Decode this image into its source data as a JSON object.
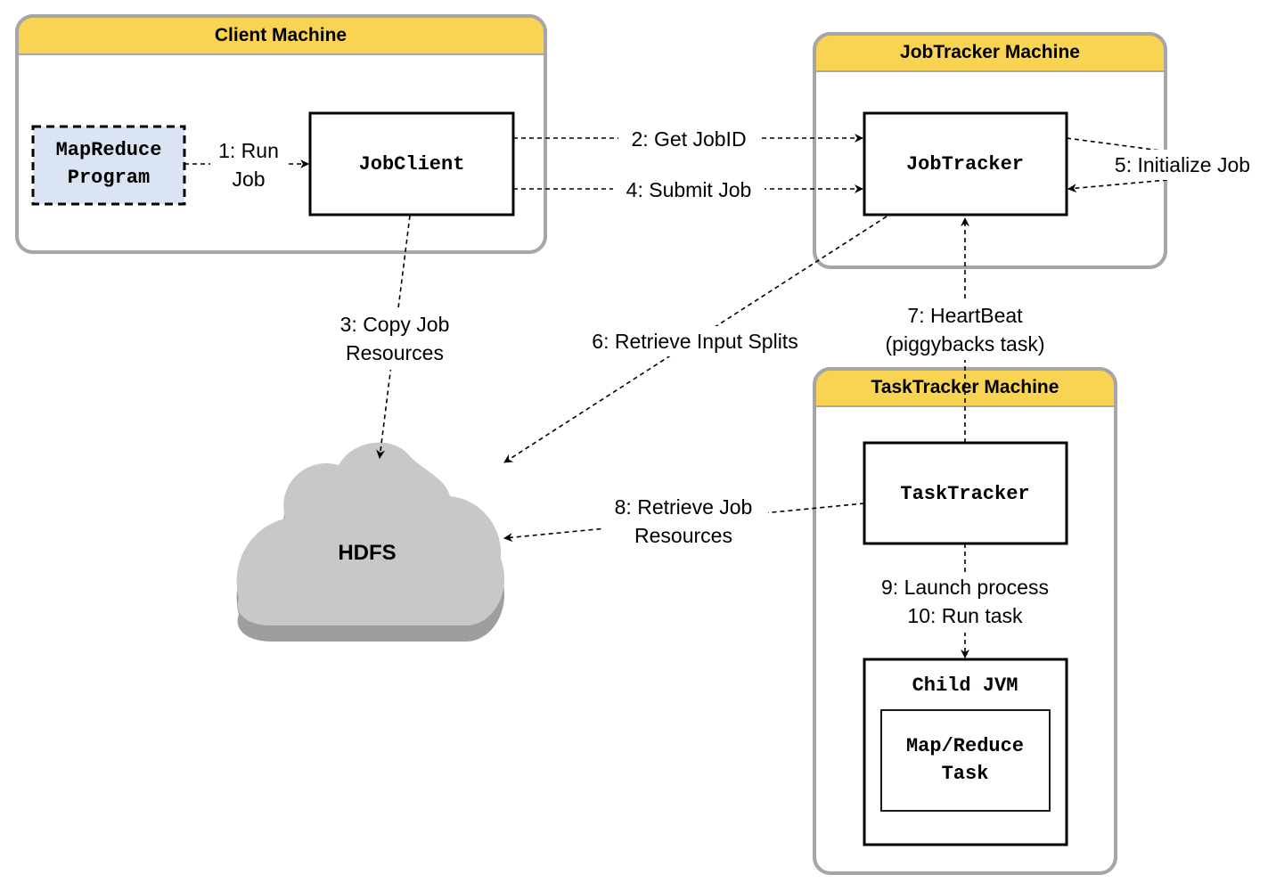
{
  "containers": {
    "client": "Client Machine",
    "jobtracker": "JobTracker Machine",
    "tasktracker": "TaskTracker Machine"
  },
  "nodes": {
    "program_line1": "MapReduce",
    "program_line2": "Program",
    "jobclient": "JobClient",
    "jobtracker": "JobTracker",
    "tasktracker": "TaskTracker",
    "child_jvm": "Child JVM",
    "task_line1": "Map/Reduce",
    "task_line2": "Task",
    "hdfs": "HDFS"
  },
  "steps": {
    "s1_line1": "1: Run",
    "s1_line2": "Job",
    "s2": "2: Get JobID",
    "s3_line1": "3: Copy Job",
    "s3_line2": "Resources",
    "s4": "4: Submit Job",
    "s5": "5: Initialize Job",
    "s6": "6: Retrieve Input Splits",
    "s7_line1": "7: HeartBeat",
    "s7_line2": "(piggybacks task)",
    "s8_line1": "8: Retrieve Job",
    "s8_line2": "Resources",
    "s9": "9: Launch process",
    "s10": "10: Run task"
  },
  "colors": {
    "header": "#f9d452",
    "container_border": "#a6a6a6",
    "program_fill": "#dae4f2",
    "cloud_fill": "#c8c8ca",
    "cloud_shadow": "#9e9ea0"
  }
}
